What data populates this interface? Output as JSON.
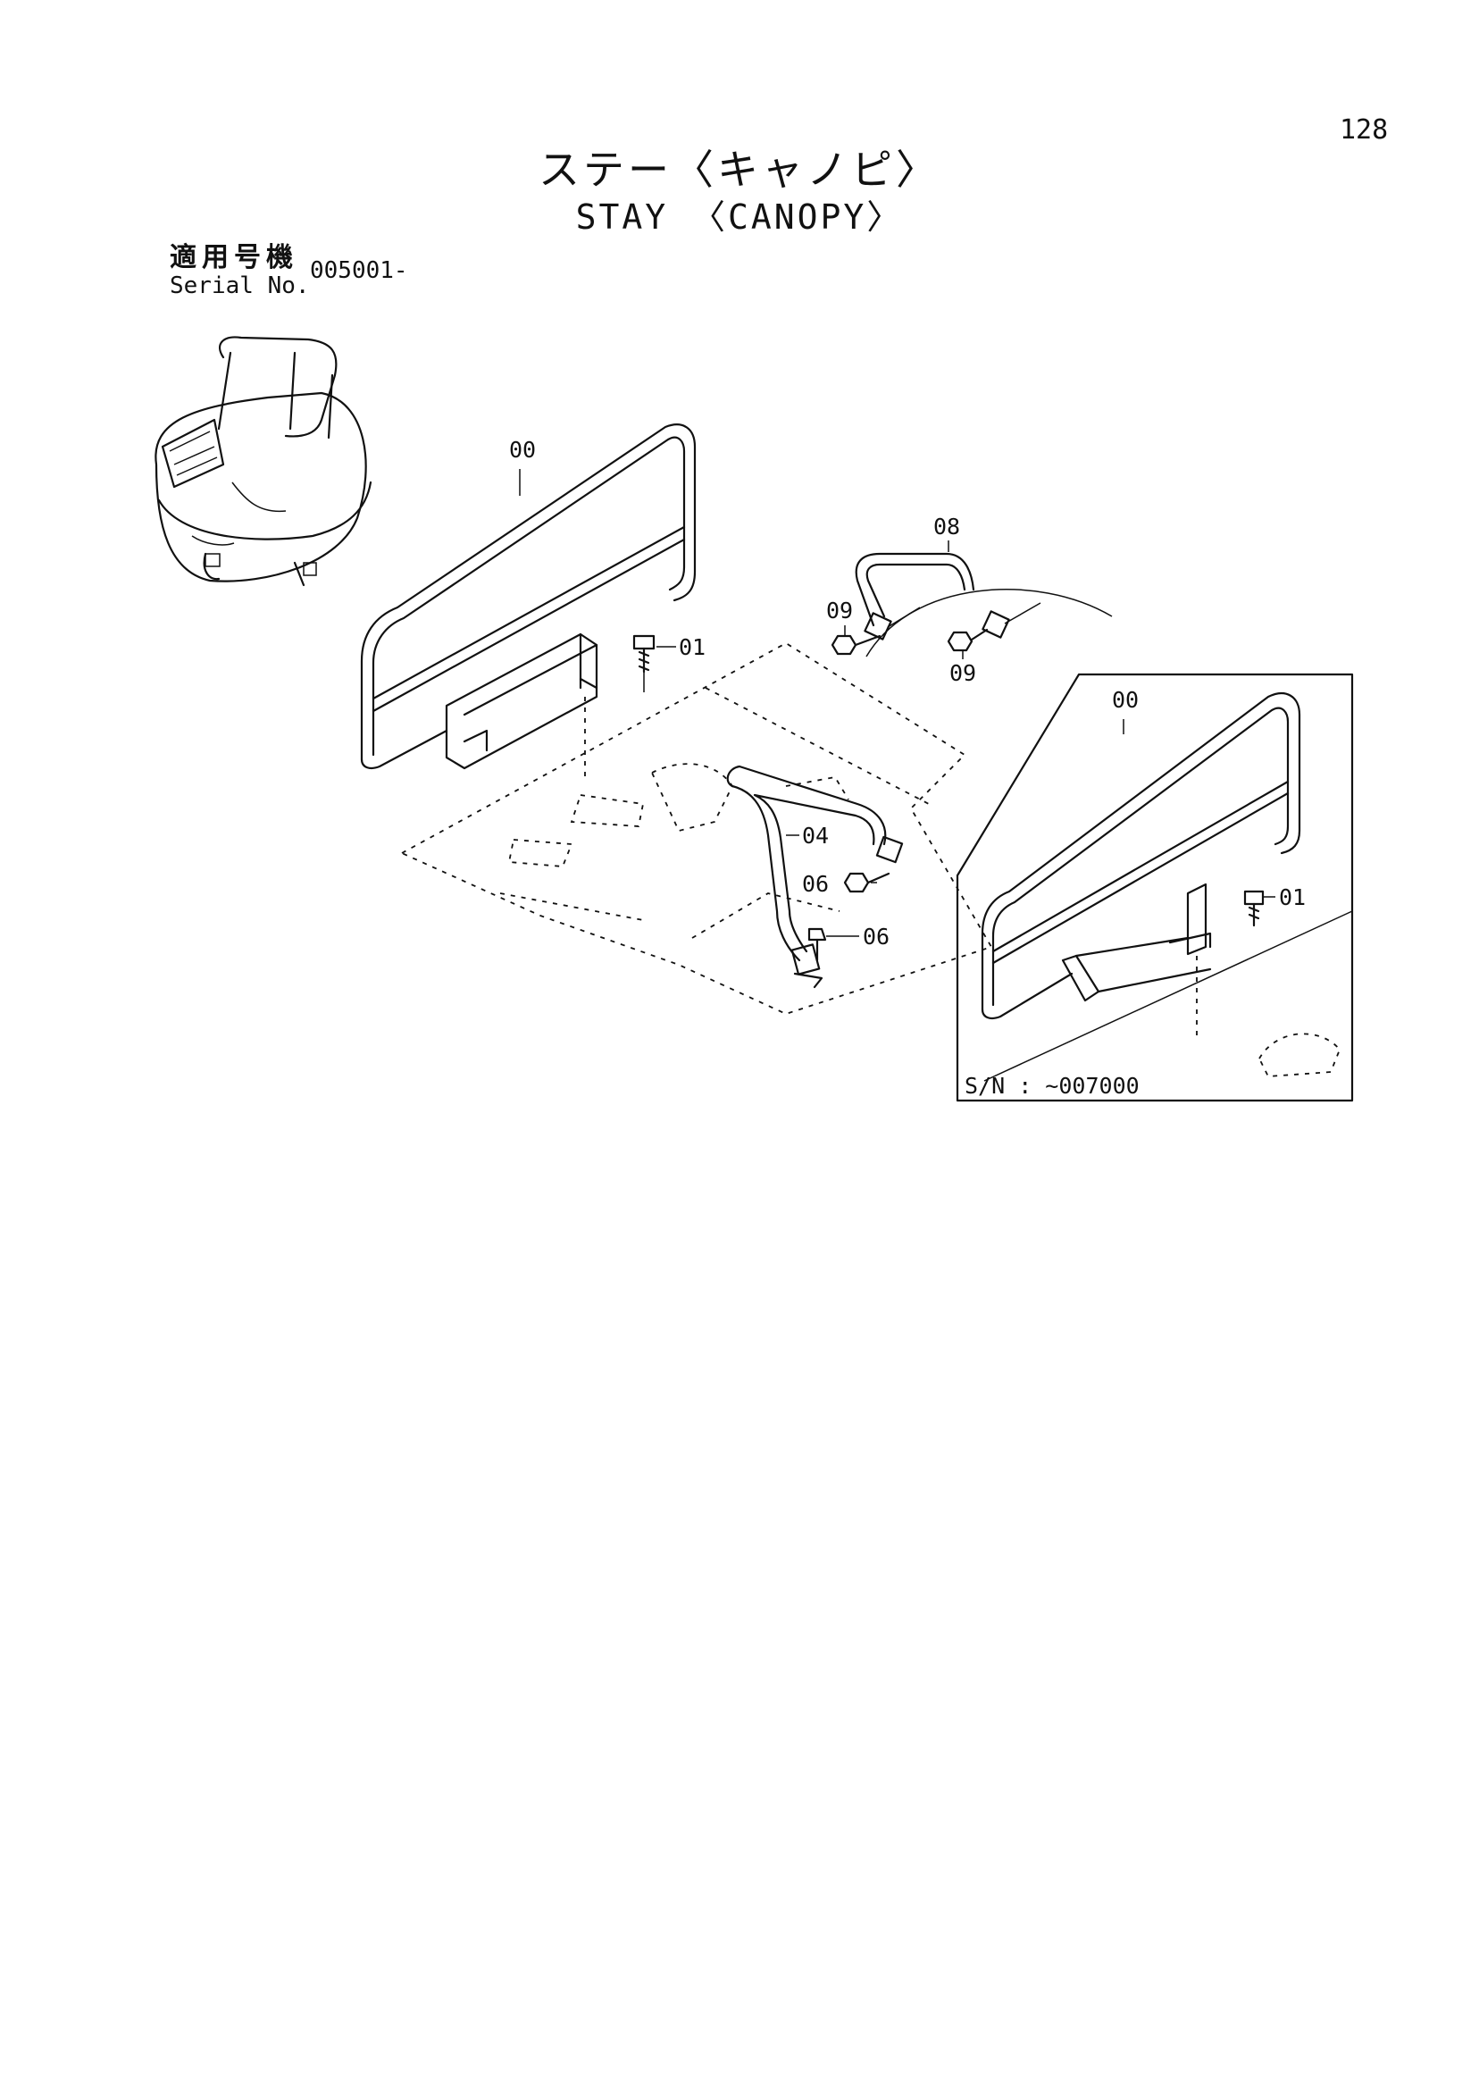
{
  "page_number": "128",
  "title_jp": "ステー〈キャノピ〉",
  "title_en": "STAY 〈CANOPY〉",
  "serial": {
    "label_jp": "適用号機",
    "label_en": "Serial No.",
    "value": "005001-"
  },
  "callouts": {
    "frame_main": "00",
    "bolt_main": "01",
    "stay_rod": "08",
    "bolt_stay_left": "09",
    "bolt_stay_right": "09",
    "pipe": "04",
    "bolt_pipe_upper": "06",
    "bolt_pipe_lower": "06",
    "frame_inset": "00",
    "bolt_inset": "01"
  },
  "inset_serial": "S/N : ~007000"
}
